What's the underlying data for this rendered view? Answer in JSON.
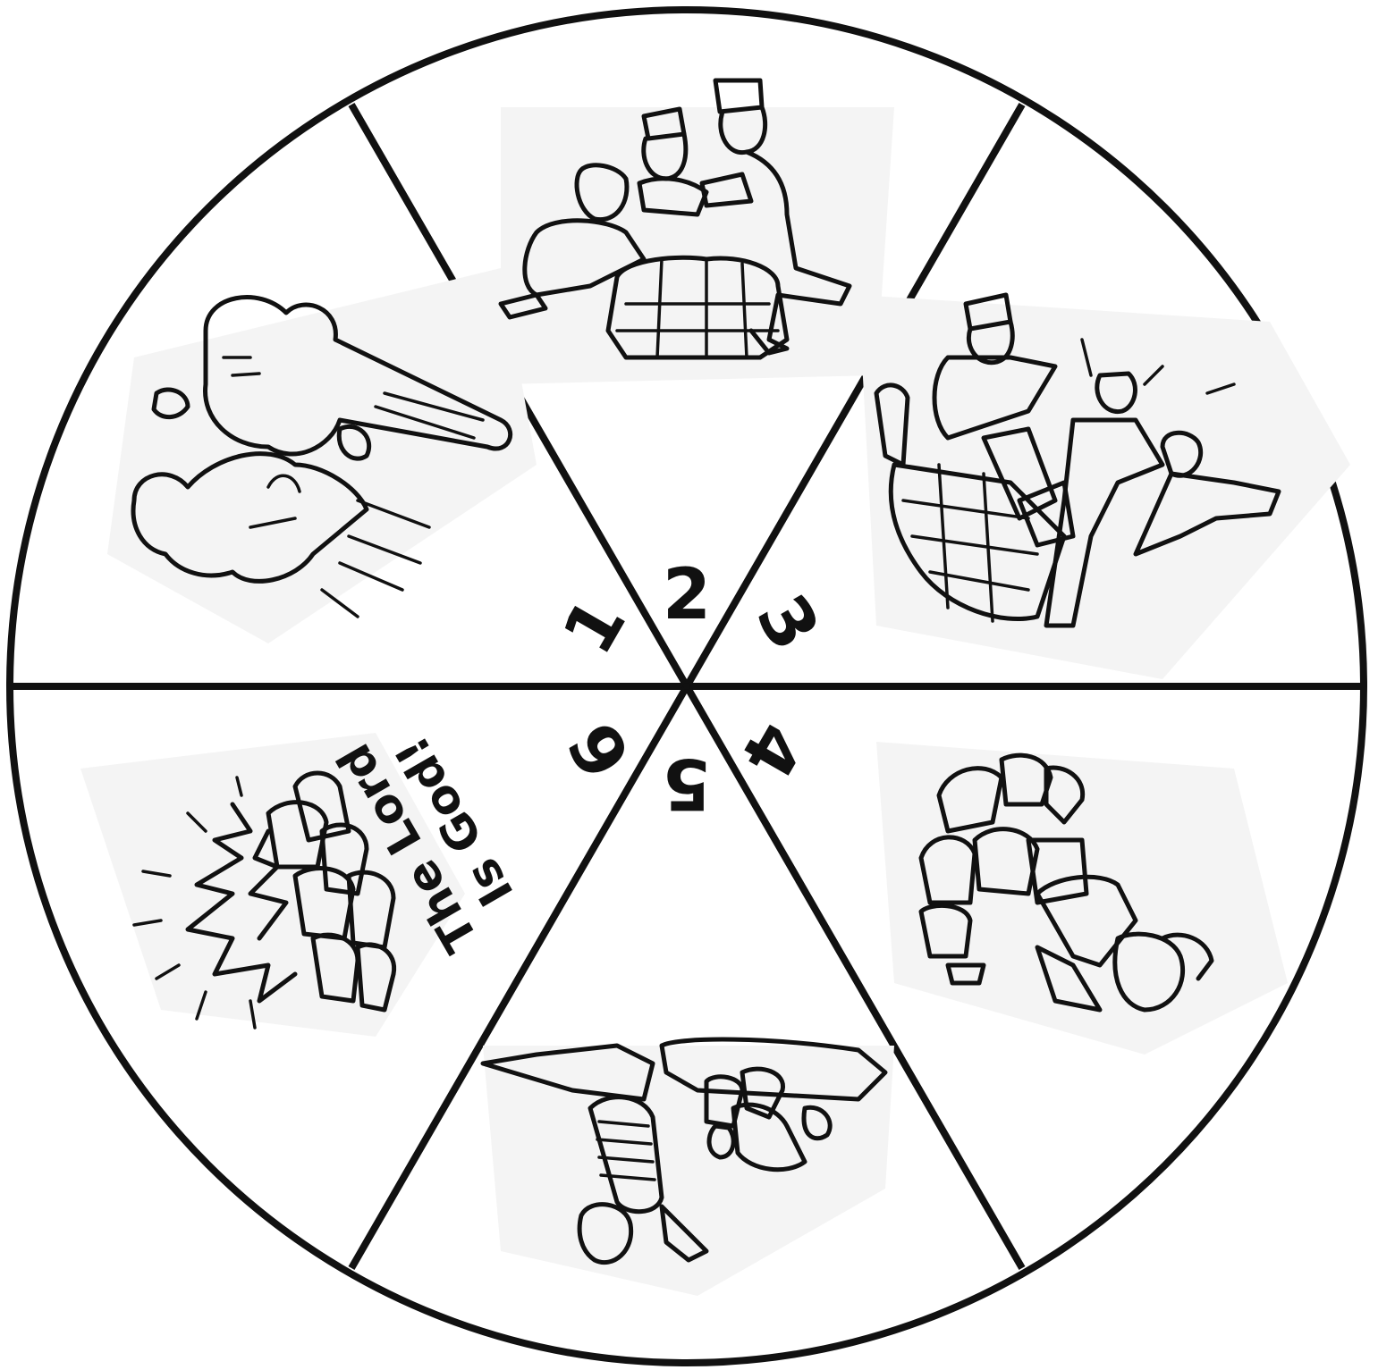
{
  "wheel": {
    "segment_numbers": [
      "1",
      "2",
      "3",
      "4",
      "5",
      "6"
    ],
    "caption_line1": "The Lord",
    "caption_line2": "Is God!"
  },
  "illustrations": [
    {
      "segment": "1",
      "icon": "sleeping-prophet-and-man-icon"
    },
    {
      "segment": "2",
      "icon": "people-building-altar-icon"
    },
    {
      "segment": "3",
      "icon": "people-praying-at-altar-icon"
    },
    {
      "segment": "4",
      "icon": "man-with-stone-altar-icon"
    },
    {
      "segment": "5",
      "icon": "man-kneeling-by-fire-icon"
    },
    {
      "segment": "6",
      "icon": "burning-altar-icon"
    }
  ],
  "colors": {
    "ink": "#111111",
    "paper": "#ffffff"
  }
}
